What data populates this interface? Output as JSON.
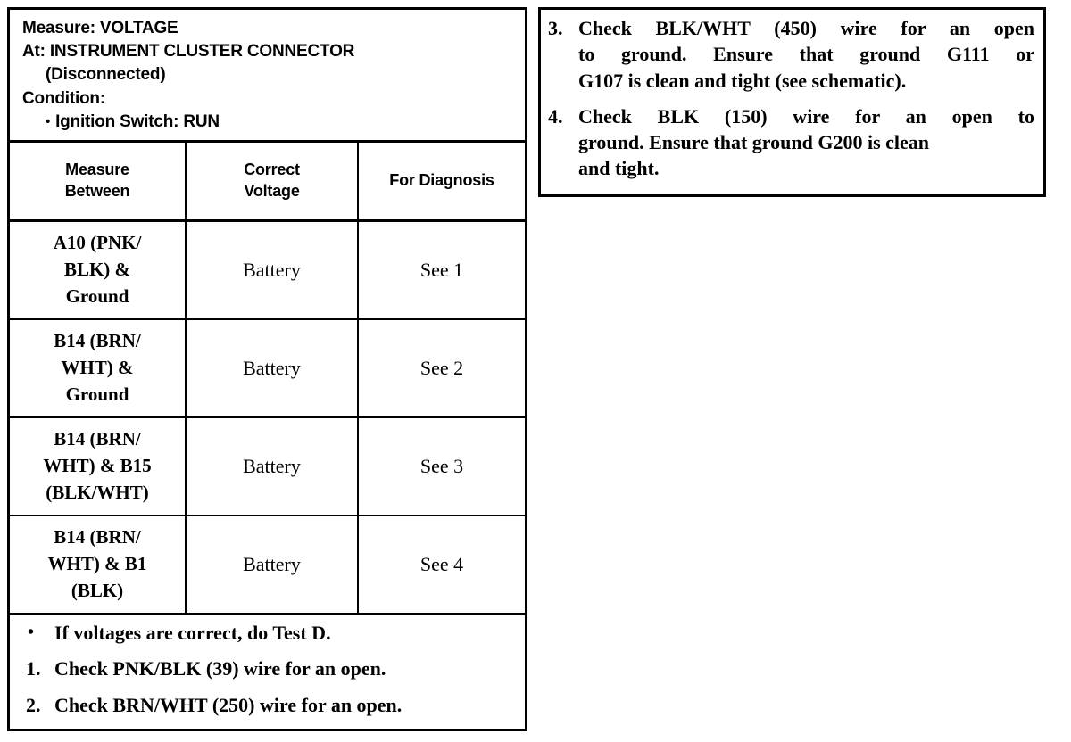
{
  "left_panel": {
    "header": {
      "measure_label": "Measure: VOLTAGE",
      "at_label": "At: INSTRUMENT CLUSTER CONNECTOR",
      "at_sub": "(Disconnected)",
      "condition_label": "Condition:",
      "condition_bullet_glyph": "•",
      "condition_item": "Ignition Switch: RUN"
    },
    "table": {
      "columns": [
        {
          "line1": "Measure",
          "line2": "Between"
        },
        {
          "line1": "Correct",
          "line2": "Voltage"
        },
        {
          "line1": "For Diagnosis",
          "line2": ""
        }
      ],
      "rows": [
        {
          "measure_between": [
            "A10 (PNK/",
            "BLK) &",
            "Ground"
          ],
          "correct_voltage": "Battery",
          "for_diagnosis": "See 1"
        },
        {
          "measure_between": [
            "B14 (BRN/",
            "WHT) &",
            "Ground"
          ],
          "correct_voltage": "Battery",
          "for_diagnosis": "See 2"
        },
        {
          "measure_between": [
            "B14 (BRN/",
            "WHT) & B15",
            "(BLK/WHT)"
          ],
          "correct_voltage": "Battery",
          "for_diagnosis": "See 3"
        },
        {
          "measure_between": [
            "B14 (BRN/",
            "WHT) & B1",
            "(BLK)"
          ],
          "correct_voltage": "Battery",
          "for_diagnosis": "See 4"
        }
      ]
    },
    "notes": [
      {
        "marker": "•",
        "text": "If voltages are correct, do Test D."
      },
      {
        "marker": "1.",
        "text": "Check PNK/BLK (39) wire for an open."
      },
      {
        "marker": "2.",
        "text": "Check BRN/WHT (250) wire for an open."
      }
    ]
  },
  "right_panel": {
    "notes": [
      {
        "marker": "3.",
        "lines": [
          "Check BLK/WHT (450) wire for an open",
          "to ground. Ensure that ground G111 or",
          "G107 is clean and tight (see schematic)."
        ]
      },
      {
        "marker": "4.",
        "lines": [
          "Check BLK (150) wire for an open to",
          "ground. Ensure that ground G200 is clean",
          "and tight."
        ]
      }
    ]
  },
  "colors": {
    "ink": "#000000",
    "paper": "#ffffff"
  }
}
